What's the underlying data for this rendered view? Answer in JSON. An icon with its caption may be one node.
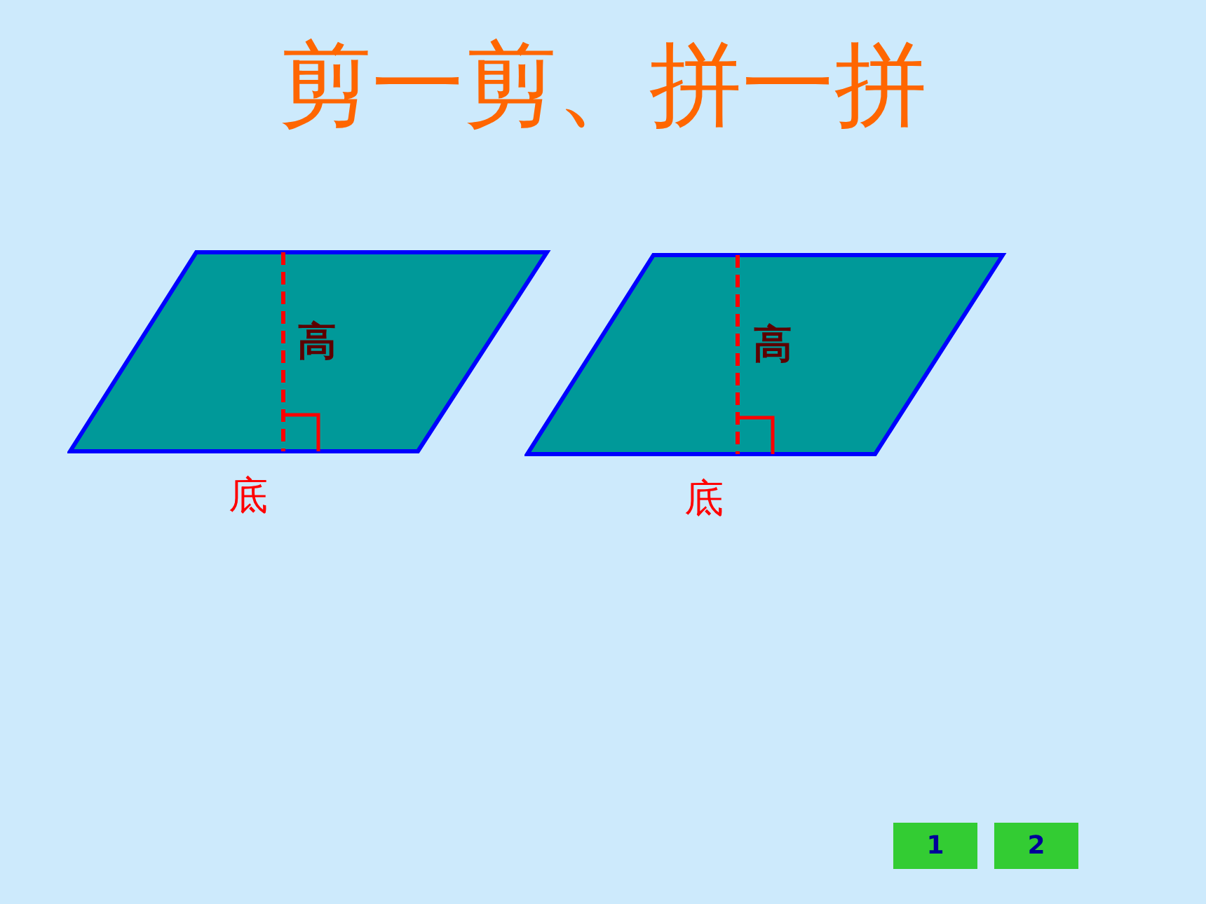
{
  "diagram": {
    "title": "剪一剪、拼一拼",
    "nodes": [
      {
        "text": [
          "高"
        ],
        "beside": [
          "底"
        ]
      },
      {
        "text": [
          "高"
        ],
        "beside": [
          "底"
        ]
      },
      {
        "text": [
          "1"
        ]
      },
      {
        "text": [
          "2"
        ]
      }
    ]
  }
}
